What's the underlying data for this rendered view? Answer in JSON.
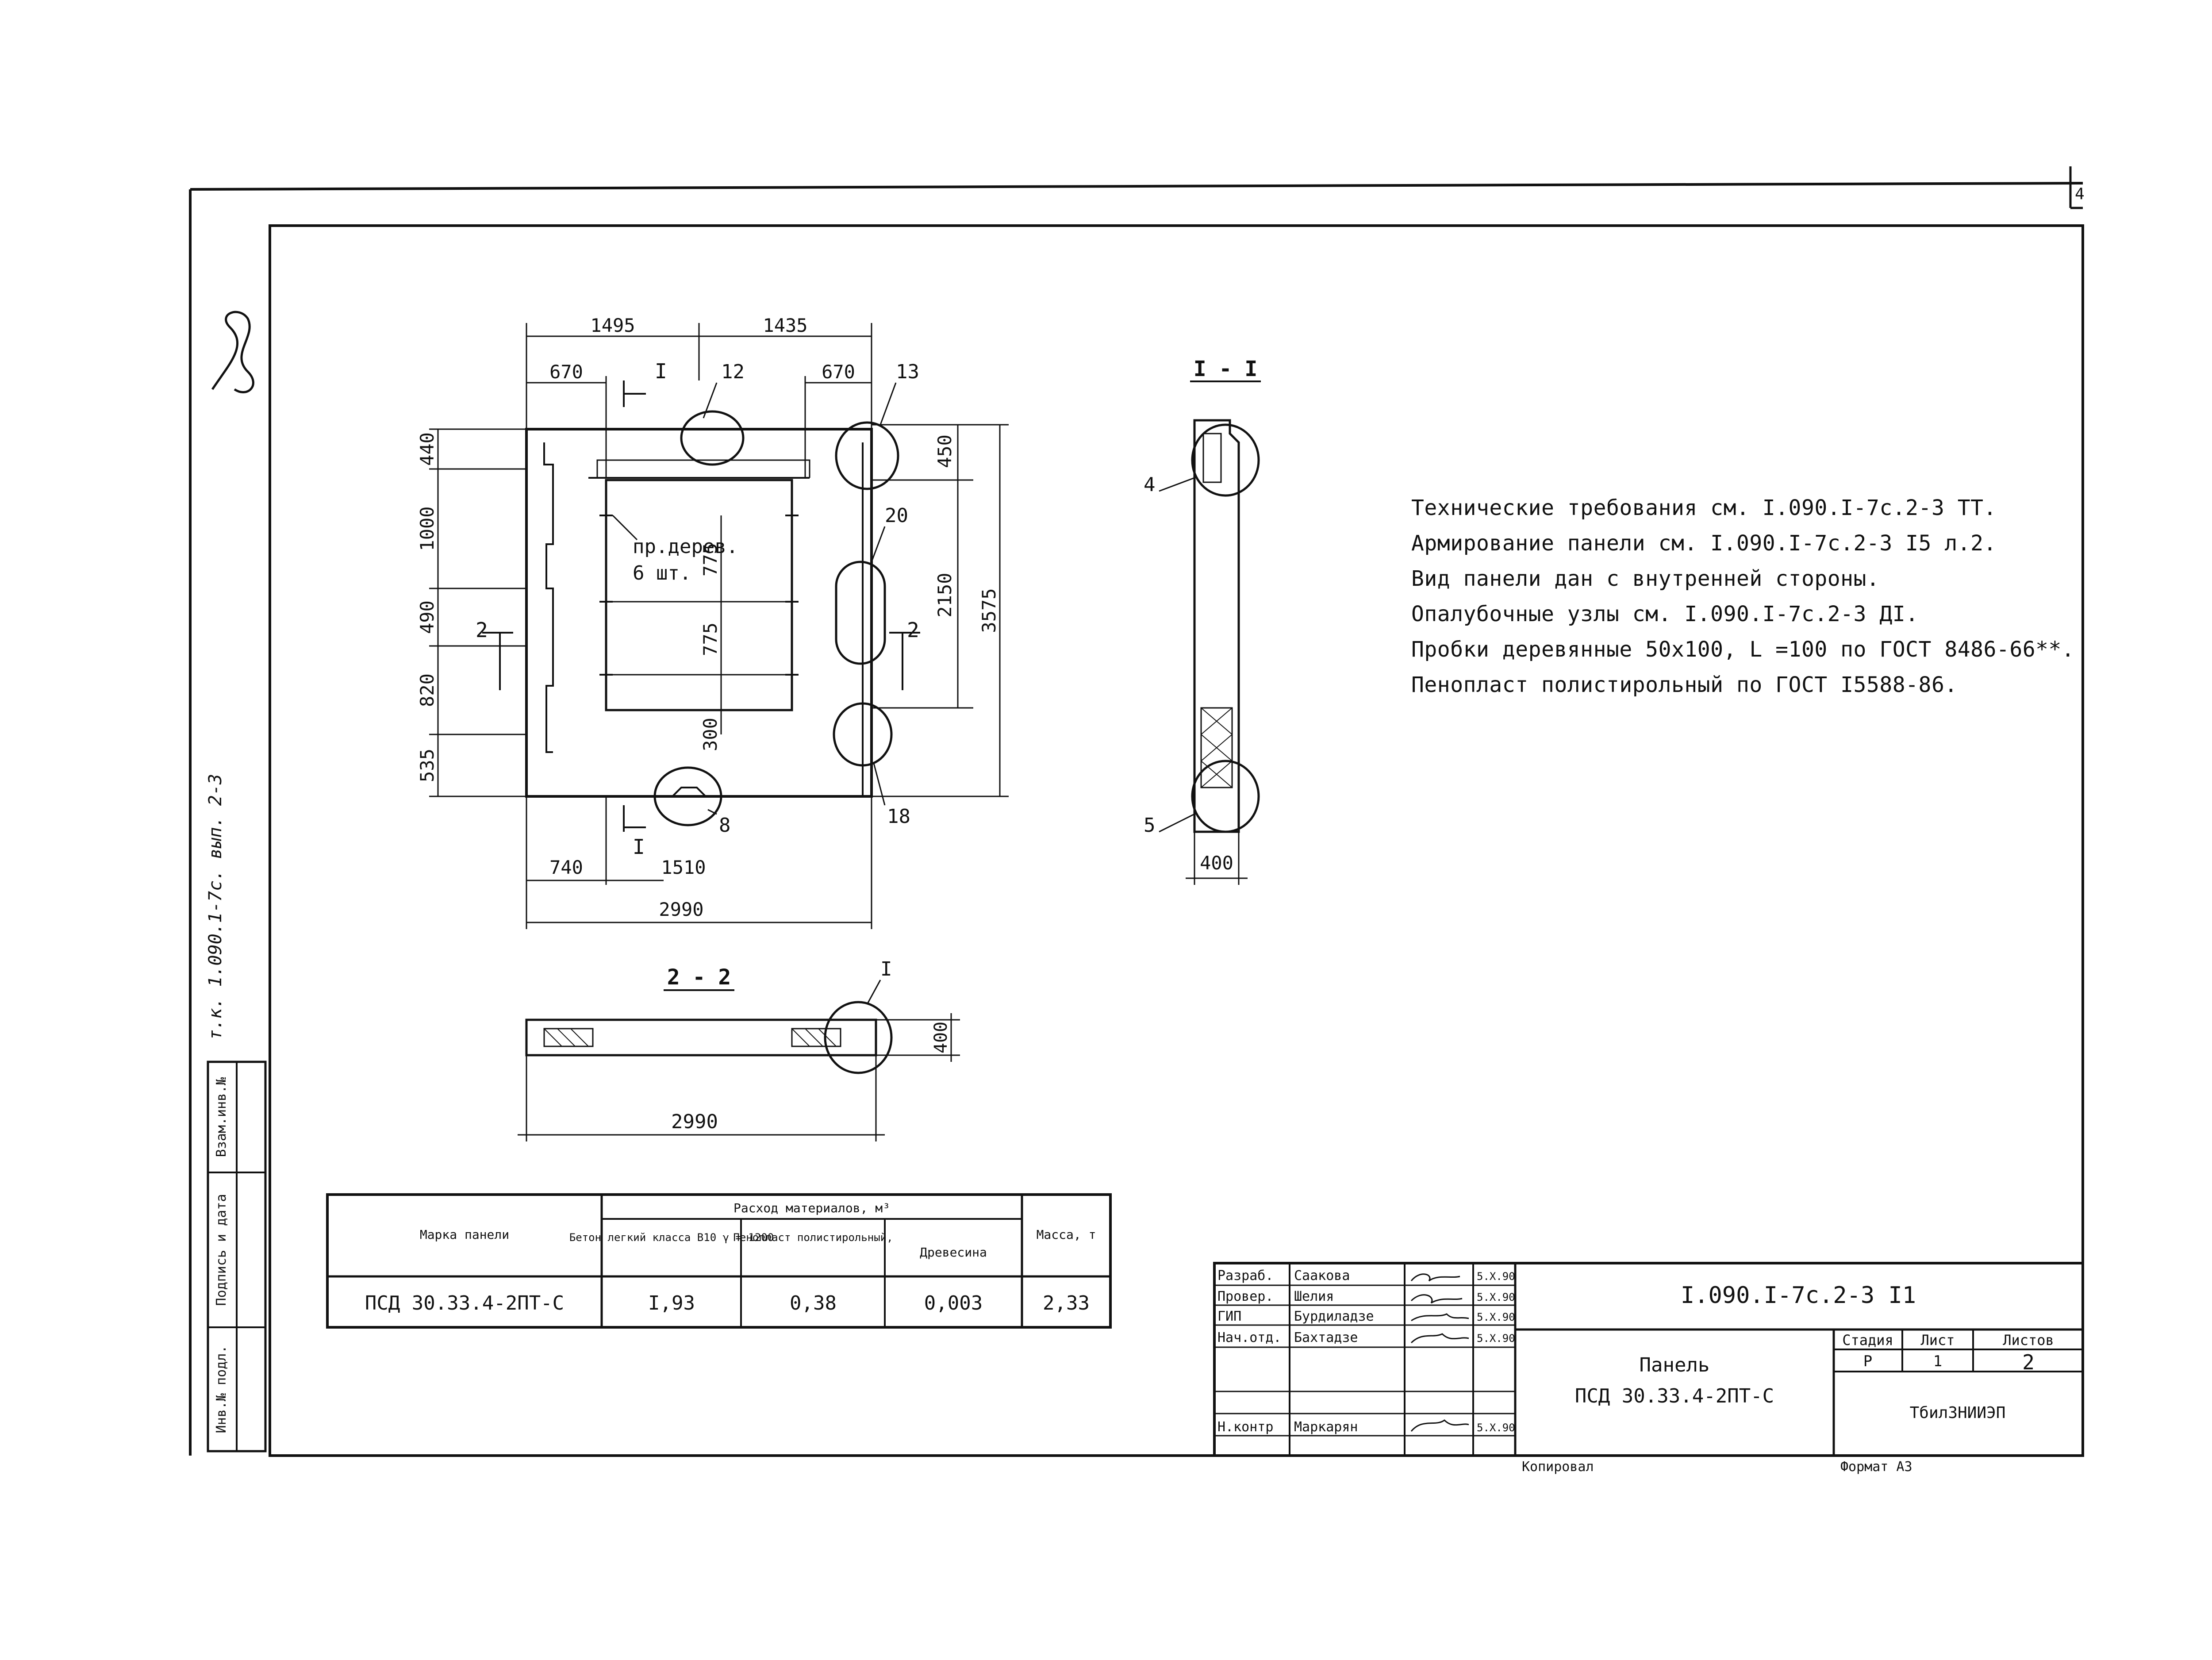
{
  "sheet_corner_mark": "4",
  "side_stamp": {
    "designation": "т.к. 1.090.1-7с. вып. 2-3",
    "field_inventory": "Инв.№ подл.",
    "field_signature_date": "Подпись и дата",
    "field_replace_inventory": "Взам.инв.№"
  },
  "plan_view": {
    "dims_top": [
      "1495",
      "1435"
    ],
    "dims_top_inner": [
      "670",
      "670"
    ],
    "dims_left": [
      "440",
      "1000",
      "490",
      "820",
      "535"
    ],
    "dims_right": [
      "450",
      "2150",
      "3575"
    ],
    "dims_center": [
      "775",
      "775",
      "300"
    ],
    "dims_bottom": [
      "740",
      "1510",
      "2990"
    ],
    "plug_note_line1": "пр.дерев.",
    "plug_note_line2": "6 шт.",
    "section_marks": {
      "s1_top": "I",
      "s1_bottom": "I",
      "s2_left": "2",
      "s2_right": "2"
    },
    "callouts": [
      "12",
      "13",
      "20",
      "18",
      "8"
    ]
  },
  "section_1": {
    "title": "I - I",
    "callouts": [
      "4",
      "5"
    ],
    "dim_width": "400"
  },
  "section_2": {
    "title": "2 - 2",
    "callout": "I",
    "dim_length": "2990",
    "dim_height": "400"
  },
  "notes": [
    "Технические требования см. I.090.I-7с.2-3 ТТ.",
    "Армирование панели см. I.090.I-7с.2-3 I5 л.2.",
    "Вид панели дан с внутренней стороны.",
    "Опалубочные узлы см. I.090.I-7с.2-3 ДI.",
    "Пробки деревянные 50х100, L =100 по ГОСТ 8486-66**.",
    "Пенопласт полистирольный по ГОСТ I5588-86."
  ],
  "materials_table": {
    "headers": {
      "mark": "Марка панели",
      "consumption_group": "Расход материалов, м³",
      "concrete": "Бетон легкий класса В10 γ = 1200",
      "foam": "Пенопласт полистирольный,",
      "timber": "Древесина",
      "mass": "Масса, т"
    },
    "row": {
      "mark": "ПСД 30.33.4-2ПТ-С",
      "concrete": "I,93",
      "foam": "0,38",
      "timber": "0,003",
      "mass": "2,33"
    }
  },
  "title_block": {
    "roles": [
      "Разраб.",
      "Провер.",
      "ГИП",
      "Нач.отд.",
      "",
      "",
      "Н.контр"
    ],
    "names": [
      "Саакова",
      "Шелия",
      "Бурдиладзе",
      "Бахтадзе",
      "",
      "",
      "Маркарян"
    ],
    "dates": [
      "5.X.90",
      "5.X.90",
      "5.X.90",
      "5.X.90",
      "",
      "",
      "5.X.90"
    ],
    "document_code": "I.090.I-7с.2-3 I1",
    "title_line1": "Панель",
    "title_line2": "ПСД 30.33.4-2ПТ-С",
    "stage_label": "Стадия",
    "sheet_label": "Лист",
    "sheets_label": "Листов",
    "stage_value": "Р",
    "sheet_value": "1",
    "sheets_value": "2",
    "organization": "ТбилЗНИИЭП"
  },
  "footer": {
    "copied": "Копировал",
    "format": "Формат А3"
  }
}
